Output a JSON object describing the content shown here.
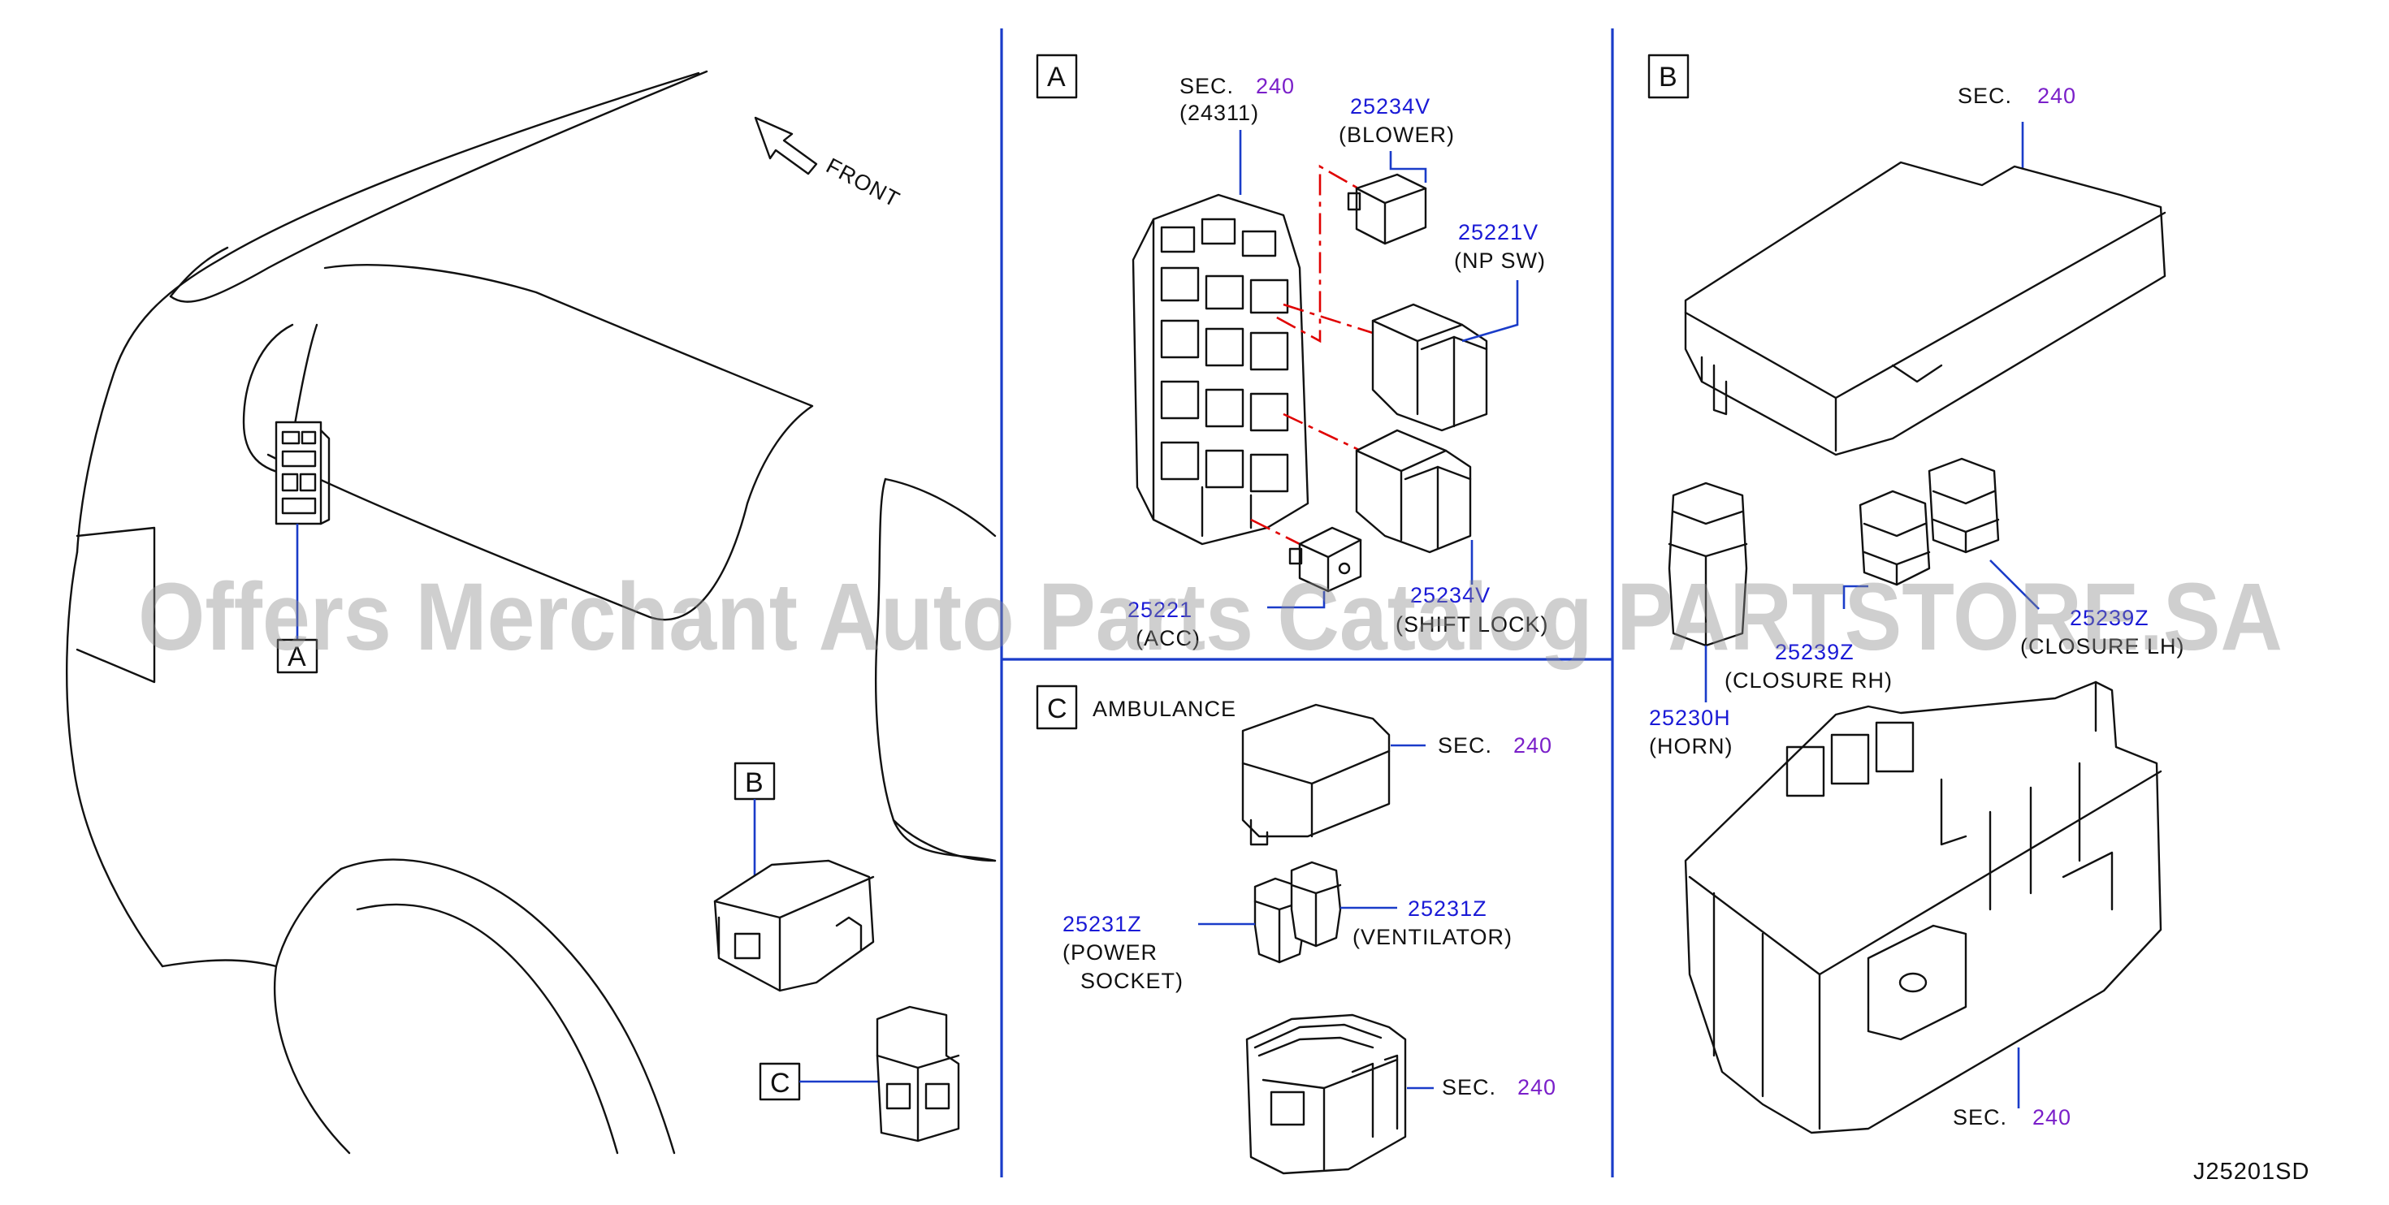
{
  "front_label": "FRONT",
  "callout_a": "A",
  "callout_b": "B",
  "callout_c": "C",
  "panel_a": {
    "letter": "A",
    "sec_label": "SEC.",
    "sec_num": "240",
    "sec_sub": "(24311)",
    "blower_pn": "25234V",
    "blower_name": "(BLOWER)",
    "npsw_pn": "25221V",
    "npsw_name": "(NP   SW)",
    "acc_pn": "25221",
    "acc_name": "(ACC)",
    "shift_pn": "25234V",
    "shift_name": "(SHIFT LOCK)"
  },
  "panel_b": {
    "letter": "B",
    "sec_top_label": "SEC.",
    "sec_top_num": "240",
    "closure_rh_pn": "25239Z",
    "closure_rh_name": "(CLOSURE   RH)",
    "closure_lh_pn": "25239Z",
    "closure_lh_name": "(CLOSURE   LH)",
    "horn_pn": "25230H",
    "horn_name": "(HORN)",
    "sec_bottom_label": "SEC.",
    "sec_bottom_num": "240"
  },
  "panel_c": {
    "letter": "C",
    "title": "AMBULANCE",
    "sec1_label": "SEC.",
    "sec1_num": "240",
    "power_pn": "25231Z",
    "power_name_1": "(POWER",
    "power_name_2": "SOCKET)",
    "vent_pn": "25231Z",
    "vent_name": "(VENTILATOR)",
    "sec2_label": "SEC.",
    "sec2_num": "240"
  },
  "diagram_code": "J25201SD",
  "watermark": "Offers Merchant Auto Parts Catalog PARTSTORE.SA",
  "colors": {
    "part_number": "#1a1ad6",
    "section_number": "#7a1fc9",
    "leader": "#1a3cc9",
    "relay_guide": "#e00000"
  }
}
